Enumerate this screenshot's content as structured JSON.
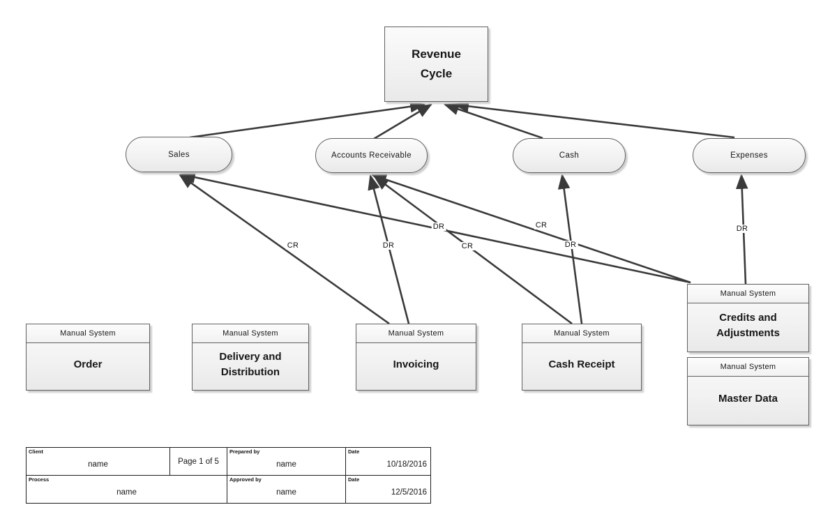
{
  "diagram": {
    "colors": {
      "line": "#3a3a3a",
      "node_border": "#5f5f5f",
      "node_fill": "#f3f3f3",
      "text": "#161616"
    },
    "nodes": [
      {
        "id": "revenue-cycle",
        "type": "process",
        "label": "Revenue Cycle"
      },
      {
        "id": "sales",
        "type": "stadium",
        "label": "Sales"
      },
      {
        "id": "accounts-receivable",
        "type": "stadium",
        "label": "Accounts Receivable"
      },
      {
        "id": "cash",
        "type": "stadium",
        "label": "Cash"
      },
      {
        "id": "expenses",
        "type": "stadium",
        "label": "Expenses"
      },
      {
        "id": "order",
        "type": "manual-system",
        "header": "Manual System",
        "label": "Order"
      },
      {
        "id": "delivery-distribution",
        "type": "manual-system",
        "header": "Manual System",
        "label": "Delivery and Distribution"
      },
      {
        "id": "invoicing",
        "type": "manual-system",
        "header": "Manual System",
        "label": "Invoicing"
      },
      {
        "id": "cash-receipt",
        "type": "manual-system",
        "header": "Manual System",
        "label": "Cash Receipt"
      },
      {
        "id": "credits-adjustments",
        "type": "manual-system",
        "header": "Manual System",
        "label": "Credits and Adjustments"
      },
      {
        "id": "master-data",
        "type": "manual-system",
        "header": "Manual System",
        "label": "Master Data"
      }
    ],
    "edges": [
      {
        "from": "sales",
        "to": "revenue-cycle",
        "label": ""
      },
      {
        "from": "accounts-receivable",
        "to": "revenue-cycle",
        "label": ""
      },
      {
        "from": "cash",
        "to": "revenue-cycle",
        "label": ""
      },
      {
        "from": "expenses",
        "to": "revenue-cycle",
        "label": ""
      },
      {
        "from": "invoicing",
        "to": "sales",
        "label": "CR"
      },
      {
        "from": "invoicing",
        "to": "accounts-receivable",
        "label": "DR"
      },
      {
        "from": "cash-receipt",
        "to": "accounts-receivable",
        "label": "CR"
      },
      {
        "from": "cash-receipt",
        "to": "cash",
        "label": "DR"
      },
      {
        "from": "credits-adjustments",
        "to": "sales",
        "label": "DR"
      },
      {
        "from": "credits-adjustments",
        "to": "accounts-receivable",
        "label": "CR"
      },
      {
        "from": "credits-adjustments",
        "to": "expenses",
        "label": "DR"
      }
    ]
  },
  "title_block": {
    "client_label": "Client",
    "client_value": "name",
    "page": "Page 1 of 5",
    "prepared_label": "Prepared by",
    "prepared_value": "name",
    "date1_label": "Date",
    "date1_value": "10/18/2016",
    "process_label": "Process",
    "process_value": "name",
    "approved_label": "Approved by",
    "approved_value": "name",
    "date2_label": "Date",
    "date2_value": "12/5/2016"
  }
}
